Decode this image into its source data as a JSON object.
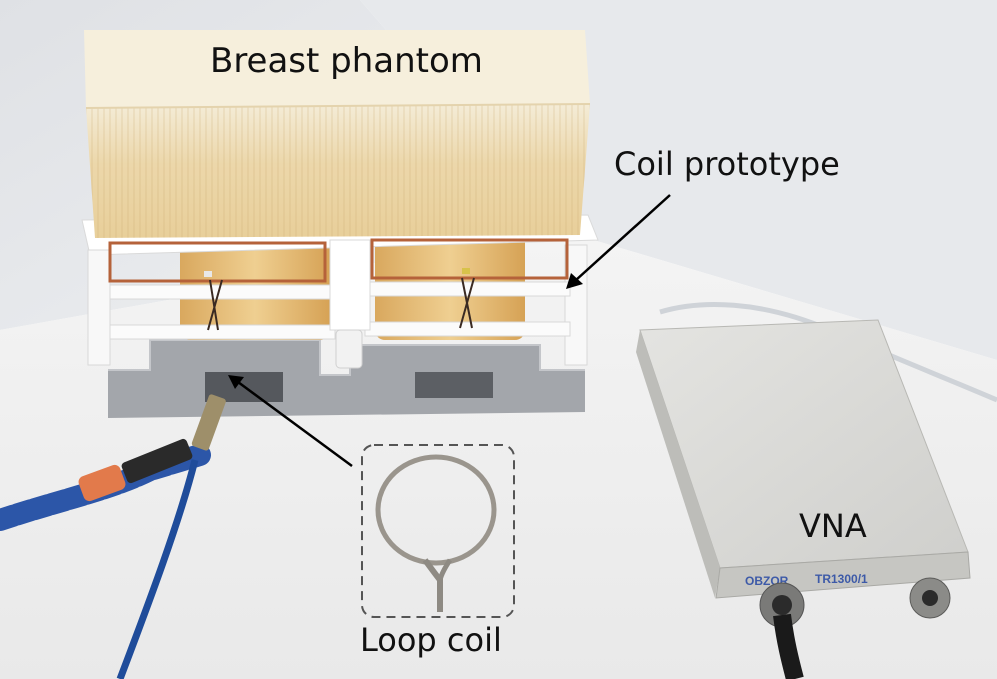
{
  "labels": {
    "breast_phantom": "Breast phantom",
    "coil_prototype": "Coil prototype",
    "vna": "VNA",
    "loop_coil": "Loop coil"
  },
  "device_text": {
    "brand": "OBZOR",
    "model": "TR1300/1"
  },
  "colors": {
    "wall": "#e6e7ea",
    "table": "#eeeeee",
    "phantom": "#f1e3c4",
    "coil_frame": "#fbfbfb",
    "copper": "#b5623a",
    "base": "#9fa2a7",
    "vna_case": "#d9d9d6",
    "cable": "#2c56a8",
    "connector_sleeve": "#e27a4b"
  }
}
